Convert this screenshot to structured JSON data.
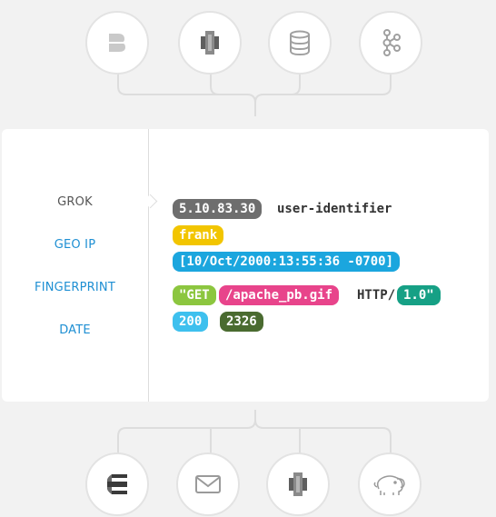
{
  "pipeline": {
    "inputs": [
      "beats-icon",
      "aws-kinesis-icon",
      "database-icon",
      "kafka-icon"
    ],
    "outputs": [
      "elasticsearch-icon",
      "email-icon",
      "aws-kinesis-icon",
      "hadoop-icon"
    ]
  },
  "filters": {
    "steps": [
      {
        "label": "GROK",
        "state": "active"
      },
      {
        "label": "GEO IP",
        "state": "link"
      },
      {
        "label": "FINGERPRINT",
        "state": "link"
      },
      {
        "label": "DATE",
        "state": "link"
      }
    ]
  },
  "log": {
    "ip": "5.10.83.30",
    "user_identifier": "user-identifier",
    "user": "frank",
    "timestamp": "[10/Oct/2000:13:55:36 -0700]",
    "method": "\"GET",
    "path": "/apache_pb.gif",
    "protocol": "HTTP/",
    "version": "1.0\"",
    "status": "200",
    "bytes": "2326"
  },
  "colors": {
    "ip": "#6e6e6e",
    "user": "#f2c500",
    "timestamp": "#1ba6de",
    "method": "#8cc63f",
    "path": "#e8448b",
    "version": "#16a085",
    "status": "#3ec0ee",
    "bytes": "#4a6b30",
    "active_text": "#555555",
    "link_text": "#1e8fd3"
  }
}
